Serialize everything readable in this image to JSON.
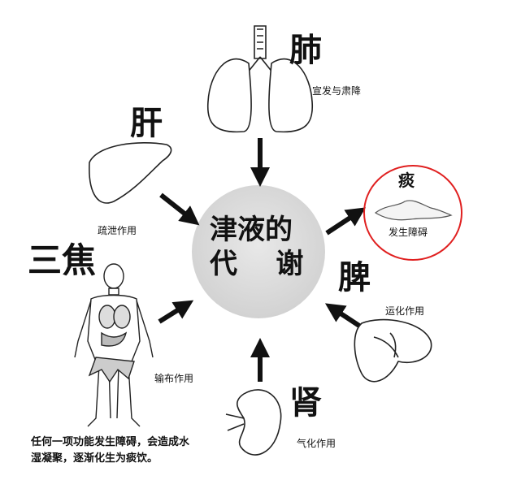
{
  "center": {
    "line1": "津液的",
    "line2": "代    谢"
  },
  "organs": {
    "lung": {
      "name": "肺",
      "function": "宣发与肃降"
    },
    "liver": {
      "name": "肝",
      "function": "疏泄作用"
    },
    "sanjiao": {
      "name": "三焦",
      "function": "输布作用"
    },
    "kidney": {
      "name": "肾",
      "function": "气化作用"
    },
    "spleen": {
      "name": "脾",
      "function": "运化作用"
    }
  },
  "phlegm": {
    "name": "痰",
    "label": "发生障碍"
  },
  "note": {
    "line1": "任何一项功能发生障碍，会造成水",
    "line2": "湿凝聚，逐渐化生为痰饮。"
  },
  "colors": {
    "highlight": "#e02020",
    "center_fill": "#dcdcdc"
  }
}
